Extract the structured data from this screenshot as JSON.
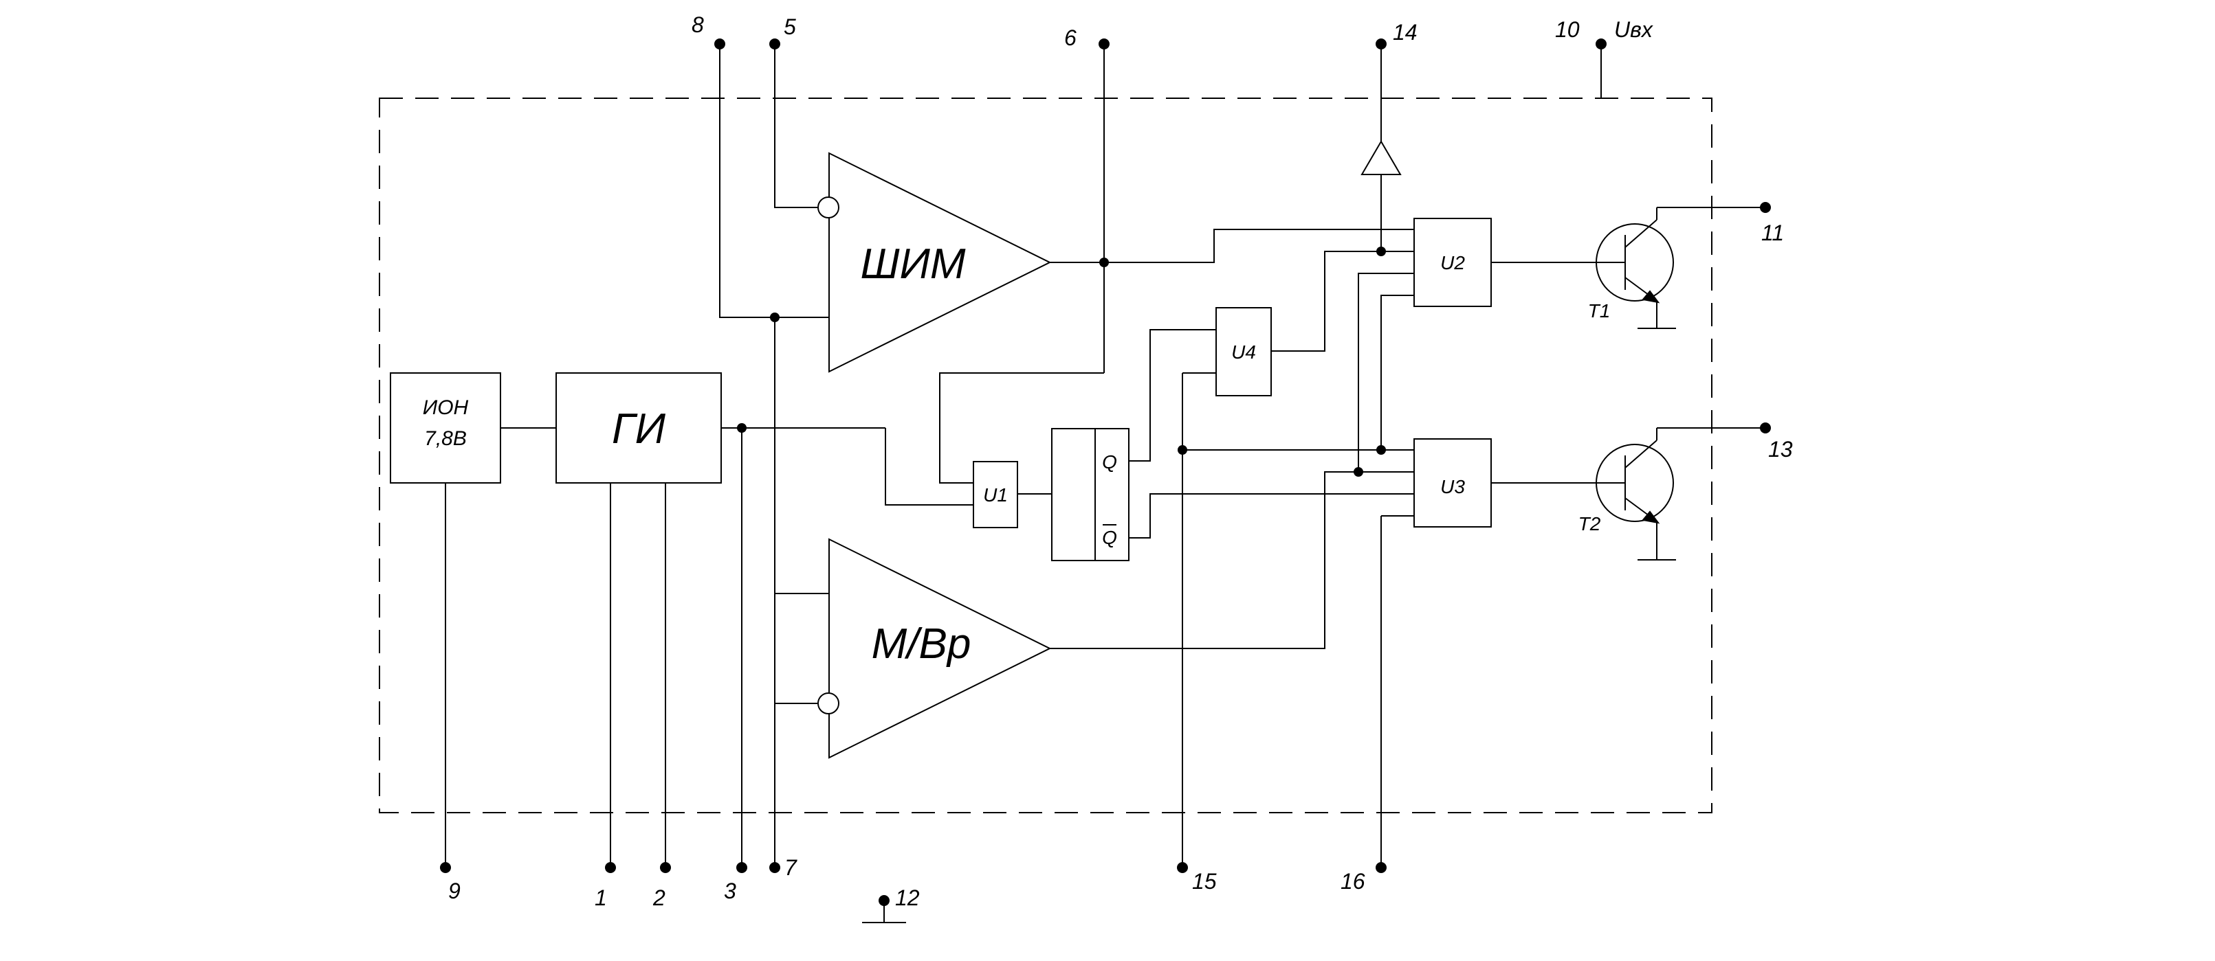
{
  "blocks": {
    "ion_line1": "ИОН",
    "ion_line2": "7,8В",
    "gi": "ГИ",
    "shim": "ШИМ",
    "mvr": "М/Вр",
    "u1": "U1",
    "u2": "U2",
    "u3": "U3",
    "u4": "U4",
    "q": "Q",
    "qbar": "Q"
  },
  "transistors": {
    "t1": "T1",
    "t2": "T2"
  },
  "pins": {
    "p1": "1",
    "p2": "2",
    "p3": "3",
    "p5": "5",
    "p6": "6",
    "p7": "7",
    "p8": "8",
    "p9": "9",
    "p10": "10",
    "p11": "11",
    "p12": "12",
    "p13": "13",
    "p14": "14",
    "p15": "15",
    "p16": "16"
  },
  "supply_label": "Uвх"
}
